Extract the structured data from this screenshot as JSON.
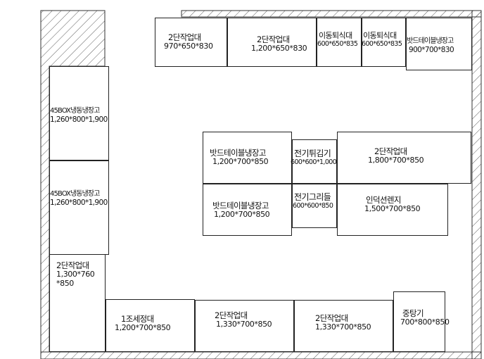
{
  "equipment": [
    {
      "key": "worktable_970",
      "name": "2단작업대",
      "dims": "970*650*830"
    },
    {
      "key": "worktable_1200_top",
      "name": "2단작업대",
      "dims": "1,200*650*830"
    },
    {
      "key": "mobile_table_1",
      "name": "이동퇴식대",
      "dims": "600*650*835"
    },
    {
      "key": "mobile_table_2",
      "name": "이동퇴식대",
      "dims": "600*650*835"
    },
    {
      "key": "fridge_table_top",
      "name": "밧드테이블냉장고",
      "dims": "900*700*830"
    },
    {
      "key": "freezer_1",
      "name": "45BOX냉동냉장고",
      "dims": "1,260*800*1,900"
    },
    {
      "key": "freezer_2",
      "name": "45BOX냉동냉장고",
      "dims": "1,260*800*1,900"
    },
    {
      "key": "worktable_left",
      "name": "2단작업대",
      "dims_line1": "1,300*760",
      "dims_line2": "*850"
    },
    {
      "key": "fridge_table_mid_1",
      "name": "밧드테이블냉장고",
      "dims": "1,200*700*850"
    },
    {
      "key": "fridge_table_mid_2",
      "name": "밧드테이블냉장고",
      "dims": "1,200*700*850"
    },
    {
      "key": "fryer",
      "name": "전기튀김기",
      "dims": "600*600*1,000"
    },
    {
      "key": "griddle",
      "name": "전기그리들",
      "dims": "600*600*850"
    },
    {
      "key": "worktable_1800",
      "name": "2단작업대",
      "dims": "1,800*700*850"
    },
    {
      "key": "induction_range",
      "name": "인덕션렌지",
      "dims": "1,500*700*850"
    },
    {
      "key": "sink",
      "name": "1조세정대",
      "dims": "1,200*700*850"
    },
    {
      "key": "worktable_bottom_1",
      "name": "2단작업대",
      "dims": "1,330*700*850"
    },
    {
      "key": "worktable_bottom_2",
      "name": "2단작업대",
      "dims": "1,330*700*850"
    },
    {
      "key": "stock_pot_stove",
      "name": "중탕기",
      "dims": "700*800*850"
    }
  ]
}
